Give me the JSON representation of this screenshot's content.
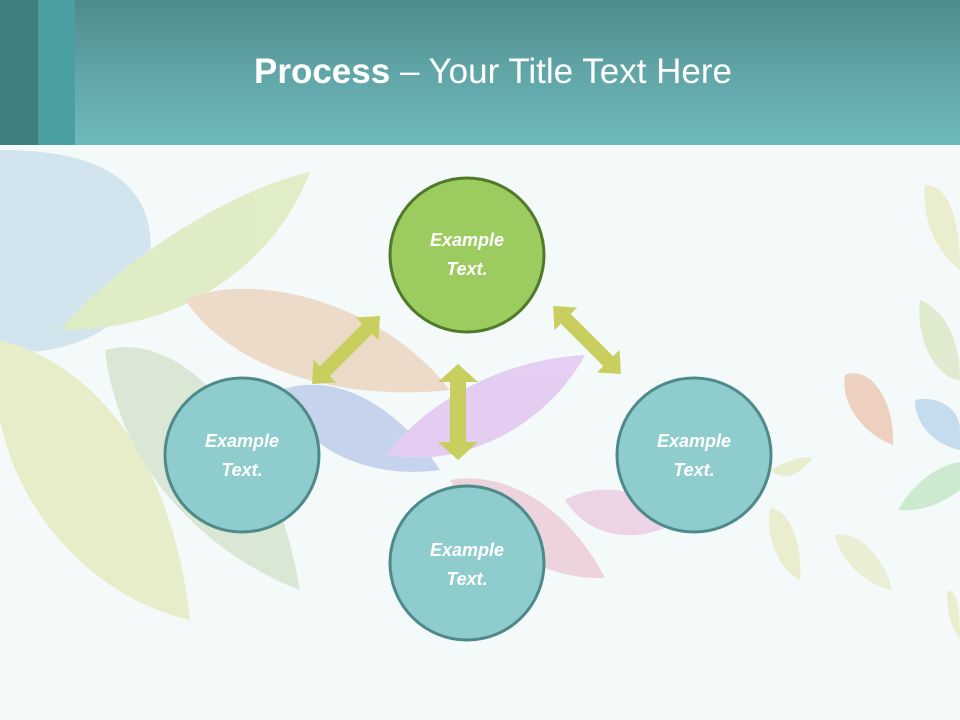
{
  "slide": {
    "title_bold": "Process",
    "title_rest": " – Your Title Text Here"
  },
  "nodes": {
    "top": {
      "line1": "Example",
      "line2": "Text."
    },
    "left": {
      "line1": "Example",
      "line2": "Text."
    },
    "right": {
      "line1": "Example",
      "line2": "Text."
    },
    "bottom": {
      "line1": "Example",
      "line2": "Text."
    }
  },
  "colors": {
    "header": "#5fa3a5",
    "green_node": "#9ccb5f",
    "green_border": "#4f7a2a",
    "teal_node": "#8fcccd",
    "teal_border": "#4f8a8b",
    "arrow": "#c8cf5e"
  }
}
